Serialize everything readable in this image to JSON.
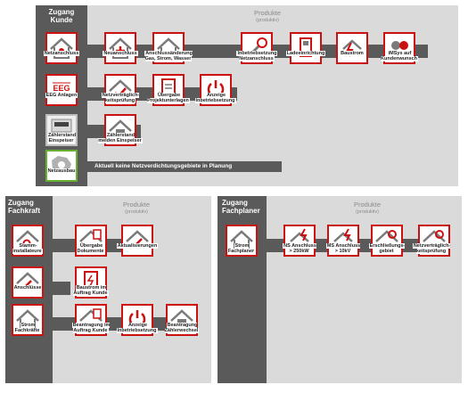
{
  "sections": {
    "kunde": {
      "access_title": "Zugang\nKunde",
      "products_title": "Produkte",
      "products_subtitle": "(produktiv)",
      "entry_tiles": [
        "Netzanschluss",
        "EEG Anlagen",
        "Zählerstand\nEinspeiser",
        "Netzausbau"
      ],
      "eeg_logo_text": "EEG",
      "row1_products": [
        "Neuanschluss",
        "Anschlussänderung\nGas, Strom, Wasser",
        "Inbetriebsetzung\nNetzanschluss",
        "Ladeeinrichtung",
        "Baustrom",
        "iMSys auf\nKundenwunsch"
      ],
      "row2_products": [
        "Netzverträglich-\nkeitsprüfung",
        "Übergabe\nProjektunterlagen",
        "Anzeige\nInbetriebsetzung"
      ],
      "row3_products": [
        "Zählerstand\nmelden Einspeiser"
      ],
      "banner": "Aktuell keine Netzverdichtungsgebiete in Planung"
    },
    "fachkraft": {
      "access_title": "Zugang\nFachkraft",
      "products_title": "Produkte",
      "products_subtitle": "(produktiv)",
      "entry_tiles": [
        "Stamm-\ninstallateure",
        "Anschlüsse",
        "Strom\nFachkräfte"
      ],
      "row1_products": [
        "Übergabe\nDokumente",
        "Aktualisierungen"
      ],
      "row2_products": [
        "Baustrom im\nAuftrag Kunde"
      ],
      "row3_products": [
        "Beantragung im\nAuftrag Kunde",
        "Anzeige\nInbetriebsetzung",
        "Beantragung\nZählerwechsel"
      ]
    },
    "fachplaner": {
      "access_title": "Zugang\nFachplaner",
      "products_title": "Produkte",
      "products_subtitle": "(produktiv)",
      "entry_tiles": [
        "Strom\nFachplaner"
      ],
      "row1_products": [
        "NS Anschluss\n> 250kW",
        "MS Anschluss\n> 10kV",
        "Erschließungs-\ngebiet",
        "Netzverträglich-\nkeitsprüfung"
      ]
    }
  },
  "colors": {
    "brand_red": "#cc1111",
    "accent_green": "#66b032",
    "column_dark": "#5a5a5a",
    "panel_gray": "#dadada"
  }
}
